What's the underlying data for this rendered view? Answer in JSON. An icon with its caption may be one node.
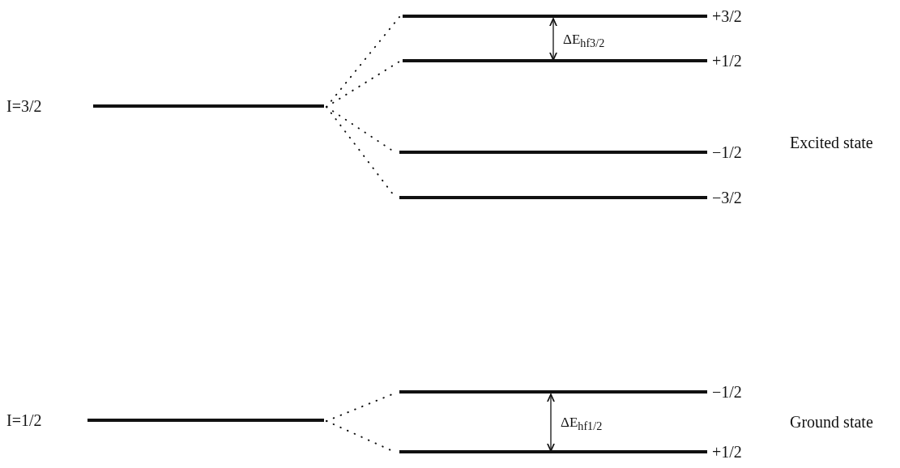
{
  "diagram": {
    "nodes": [
      {
        "text": [],
        "shape": "bar",
        "beside": [
          "I=3/2"
        ]
      },
      {
        "text": [],
        "shape": "bar",
        "beside": [
          "+3/2"
        ]
      },
      {
        "text": [],
        "shape": "bar",
        "beside": [
          "+1/2"
        ]
      },
      {
        "text": [],
        "shape": "bar",
        "beside": [
          "−1/2"
        ]
      },
      {
        "text": [],
        "shape": "bar",
        "beside": [
          "−3/2"
        ]
      },
      {
        "text": [],
        "shape": "bar",
        "beside": [
          "I=1/2"
        ]
      },
      {
        "text": [],
        "shape": "bar",
        "beside": [
          "−1/2"
        ]
      },
      {
        "text": [],
        "shape": "bar",
        "beside": [
          "+1/2"
        ]
      }
    ],
    "edges": [
      {
        "from": 0,
        "to": 1,
        "arrow": "none",
        "style": "dashed"
      },
      {
        "from": 0,
        "to": 2,
        "arrow": "none",
        "style": "dashed"
      },
      {
        "from": 0,
        "to": 3,
        "arrow": "none",
        "style": "dashed"
      },
      {
        "from": 0,
        "to": 4,
        "arrow": "none",
        "style": "dashed"
      },
      {
        "from": 1,
        "to": 2,
        "arrow": "both",
        "label": "ΔE$_{hf3/2}$"
      },
      {
        "from": 5,
        "to": 6,
        "arrow": "none",
        "style": "dashed"
      },
      {
        "from": 5,
        "to": 7,
        "arrow": "none",
        "style": "dashed"
      },
      {
        "from": 6,
        "to": 7,
        "arrow": "both",
        "label": "ΔE$_{hf1/2}$"
      }
    ],
    "labels": [
      "Excited state",
      "Ground state"
    ]
  }
}
